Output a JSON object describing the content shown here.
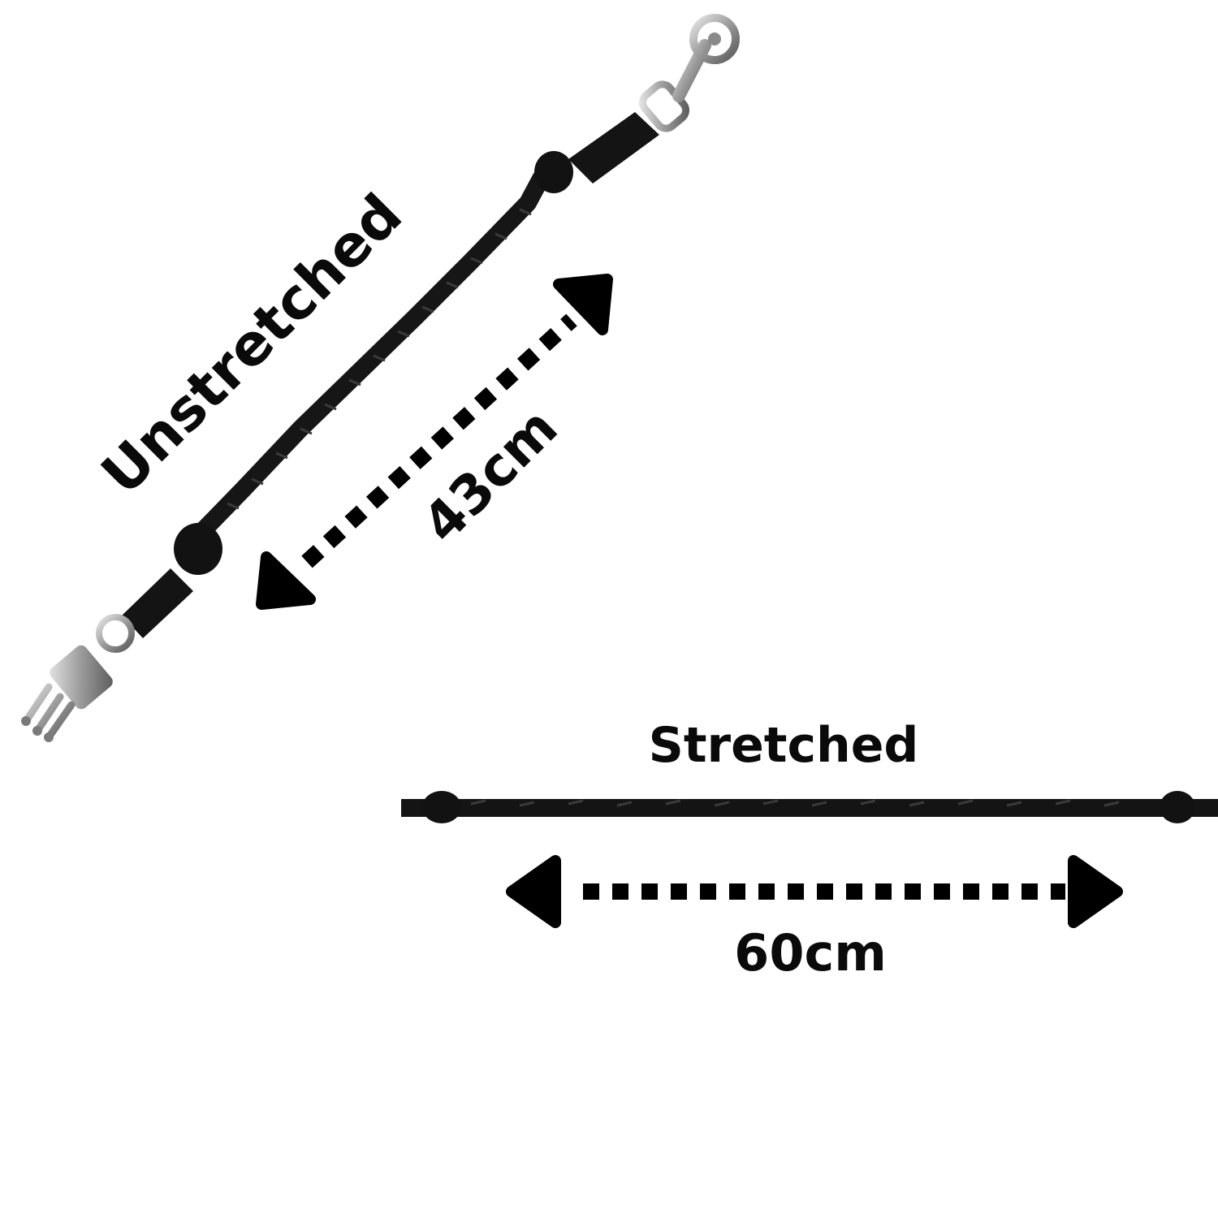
{
  "labels": {
    "unstretched": "Unstretched",
    "unstretched_length": "43cm",
    "stretched": "Stretched",
    "stretched_length": "60cm"
  },
  "colors": {
    "background": "#ffffff",
    "cord": "#141414",
    "metal": "#9a9a9a",
    "text": "#0a0a0a"
  },
  "icons": {
    "top_hook": "snap-hook-icon",
    "bottom_clip": "panic-clip-icon",
    "arrow": "double-arrow-icon"
  }
}
